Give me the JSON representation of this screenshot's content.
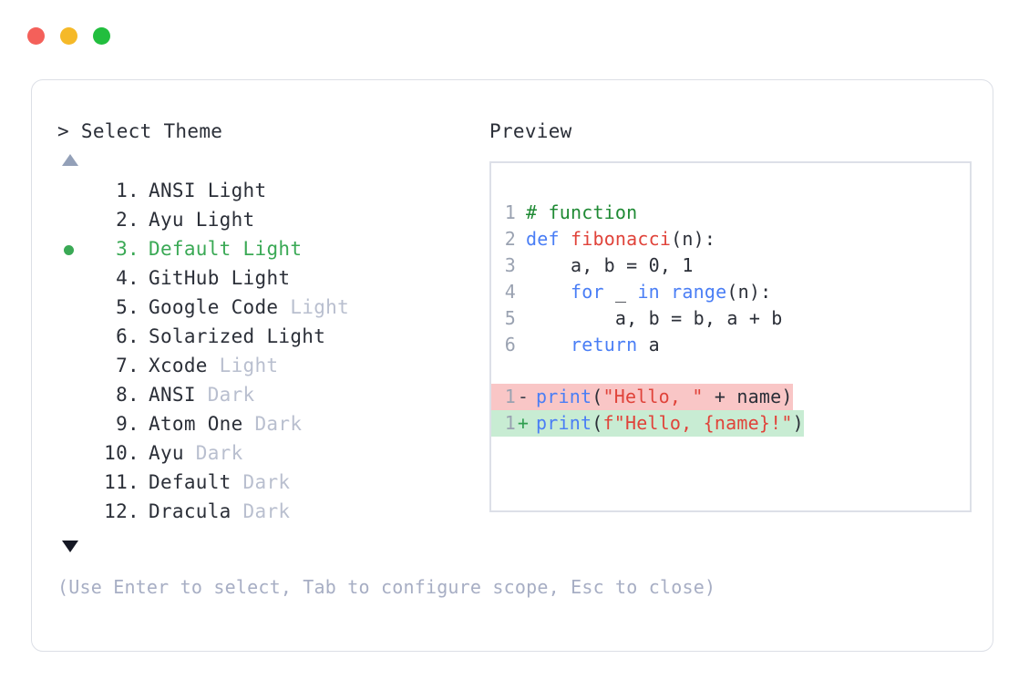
{
  "window": {
    "traffic_lights": [
      {
        "name": "close",
        "color": "#f4605a"
      },
      {
        "name": "minimize",
        "color": "#f5b928"
      },
      {
        "name": "maximize",
        "color": "#22be3e"
      }
    ]
  },
  "left_pane": {
    "title": "> Select Theme",
    "scroll_up_icon": "triangle-up-icon",
    "scroll_down_icon": "triangle-down-icon",
    "selected_index": 3,
    "items": [
      {
        "index": " 1.",
        "name": "ANSI",
        "suffix": " Light",
        "suffix_dim": false,
        "selected": false
      },
      {
        "index": " 2.",
        "name": "Ayu",
        "suffix": " Light",
        "suffix_dim": false,
        "selected": false
      },
      {
        "index": " 3.",
        "name": "Default",
        "suffix": " Light",
        "suffix_dim": false,
        "selected": true
      },
      {
        "index": " 4.",
        "name": "GitHub",
        "suffix": " Light",
        "suffix_dim": false,
        "selected": false
      },
      {
        "index": " 5.",
        "name": "Google Code",
        "suffix": " Light",
        "suffix_dim": true,
        "selected": false
      },
      {
        "index": " 6.",
        "name": "Solarized",
        "suffix": " Light",
        "suffix_dim": false,
        "selected": false
      },
      {
        "index": " 7.",
        "name": "Xcode",
        "suffix": " Light",
        "suffix_dim": true,
        "selected": false
      },
      {
        "index": " 8.",
        "name": "ANSI",
        "suffix": " Dark",
        "suffix_dim": true,
        "selected": false
      },
      {
        "index": " 9.",
        "name": "Atom One",
        "suffix": " Dark",
        "suffix_dim": true,
        "selected": false
      },
      {
        "index": "10.",
        "name": "Ayu",
        "suffix": " Dark",
        "suffix_dim": true,
        "selected": false
      },
      {
        "index": "11.",
        "name": "Default",
        "suffix": " Dark",
        "suffix_dim": true,
        "selected": false
      },
      {
        "index": "12.",
        "name": "Dracula",
        "suffix": " Dark",
        "suffix_dim": true,
        "selected": false
      }
    ],
    "hint": "(Use Enter to select, Tab to configure scope, Esc to close)"
  },
  "right_pane": {
    "title": "Preview",
    "code_lines": [
      {
        "number": "1",
        "tokens": [
          {
            "text": "# function",
            "type": "comment"
          }
        ]
      },
      {
        "number": "2",
        "tokens": [
          {
            "text": "def ",
            "type": "keyword"
          },
          {
            "text": "fibonacci",
            "type": "func"
          },
          {
            "text": "(n):",
            "type": "plain"
          }
        ]
      },
      {
        "number": "3",
        "tokens": [
          {
            "text": "    a, b = 0, 1",
            "type": "plain"
          }
        ]
      },
      {
        "number": "4",
        "tokens": [
          {
            "text": "    ",
            "type": "plain"
          },
          {
            "text": "for",
            "type": "keyword"
          },
          {
            "text": " _ ",
            "type": "plain"
          },
          {
            "text": "in",
            "type": "keyword"
          },
          {
            "text": " ",
            "type": "plain"
          },
          {
            "text": "range",
            "type": "builtin"
          },
          {
            "text": "(n):",
            "type": "plain"
          }
        ]
      },
      {
        "number": "5",
        "tokens": [
          {
            "text": "        a, b = b, a + b",
            "type": "plain"
          }
        ]
      },
      {
        "number": "6",
        "tokens": [
          {
            "text": "    ",
            "type": "plain"
          },
          {
            "text": "return",
            "type": "keyword"
          },
          {
            "text": " a",
            "type": "plain"
          }
        ]
      }
    ],
    "diff_lines": [
      {
        "number": "1",
        "sign": "-",
        "kind": "delete",
        "bg_color": "#f9c6c6",
        "tokens": [
          {
            "text": "print",
            "type": "builtin"
          },
          {
            "text": "(",
            "type": "plain"
          },
          {
            "text": "\"Hello, \"",
            "type": "string"
          },
          {
            "text": " + name)",
            "type": "plain"
          }
        ]
      },
      {
        "number": "1",
        "sign": "+",
        "kind": "add",
        "bg_color": "#c8ecd3",
        "tokens": [
          {
            "text": "print",
            "type": "builtin"
          },
          {
            "text": "(",
            "type": "plain"
          },
          {
            "text": "f\"Hello, {name}!\"",
            "type": "string"
          },
          {
            "text": ")",
            "type": "plain"
          }
        ]
      }
    ]
  }
}
